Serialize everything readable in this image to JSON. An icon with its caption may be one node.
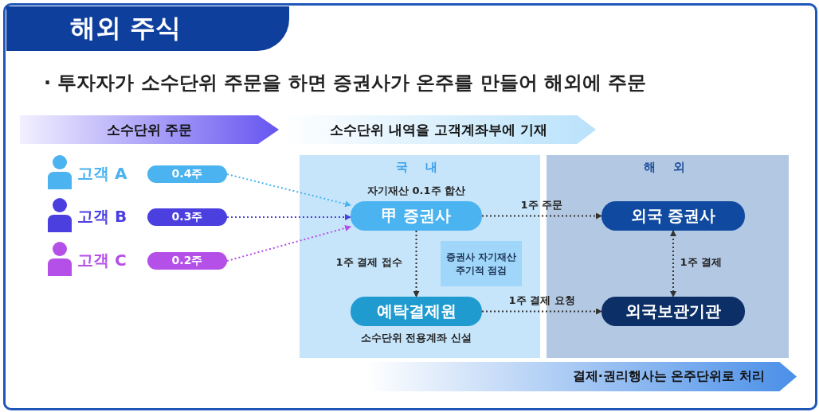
{
  "diagram": {
    "title": "해외 주식",
    "nodes": [
      {
        "text": [
          "소수단위 주문"
        ]
      },
      {
        "text": [
          "소수단위 내역을 고객계좌부에 기재"
        ]
      },
      {
        "text": [
          "0.4주"
        ],
        "beside": [
          "고객 A"
        ]
      },
      {
        "text": [
          "0.3주"
        ],
        "beside": [
          "고객 B"
        ]
      },
      {
        "text": [
          "0.2주"
        ],
        "beside": [
          "고객 C"
        ]
      },
      {
        "text": [
          "국 내"
        ]
      },
      {
        "text": [
          "甲 증권사"
        ],
        "in": 5,
        "beside": [
          "자기재산 0.1주 합산"
        ]
      },
      {
        "text": [
          "증권사 자기재산 주기적 점검"
        ],
        "in": 5
      },
      {
        "text": [
          "예탁결제원"
        ],
        "in": 5,
        "beside": [
          "소수단위 전용계좌 신설"
        ]
      },
      {
        "text": [
          "해 외"
        ]
      },
      {
        "text": [
          "외국 증권사"
        ],
        "in": 9
      },
      {
        "text": [
          "외국보관기관"
        ],
        "in": 9
      },
      {
        "text": [
          "결제·권리행사는 온주단위로 처리"
        ]
      }
    ],
    "edges": [
      {
        "from": 2,
        "to": 6,
        "arrow": "to",
        "color": "#4ab3f0"
      },
      {
        "from": 3,
        "to": 6,
        "arrow": "to",
        "color": "#4b3fe0"
      },
      {
        "from": 4,
        "to": 6,
        "arrow": "to",
        "color": "#b44fe8"
      },
      {
        "from": 6,
        "to": 10,
        "arrow": "to",
        "label": "1주 주문"
      },
      {
        "from": 6,
        "to": 8,
        "arrow": "to",
        "label": "1주 결제 접수"
      },
      {
        "from": 8,
        "to": 11,
        "arrow": "to",
        "label": "1주 결제 요청"
      },
      {
        "from": 10,
        "to": 11,
        "arrow": "both",
        "label": "1주 결제"
      }
    ],
    "labels": [
      "· 투자자가 소수단위 주문을 하면 증권사가 온주를 만들어 해외에 주문"
    ]
  }
}
